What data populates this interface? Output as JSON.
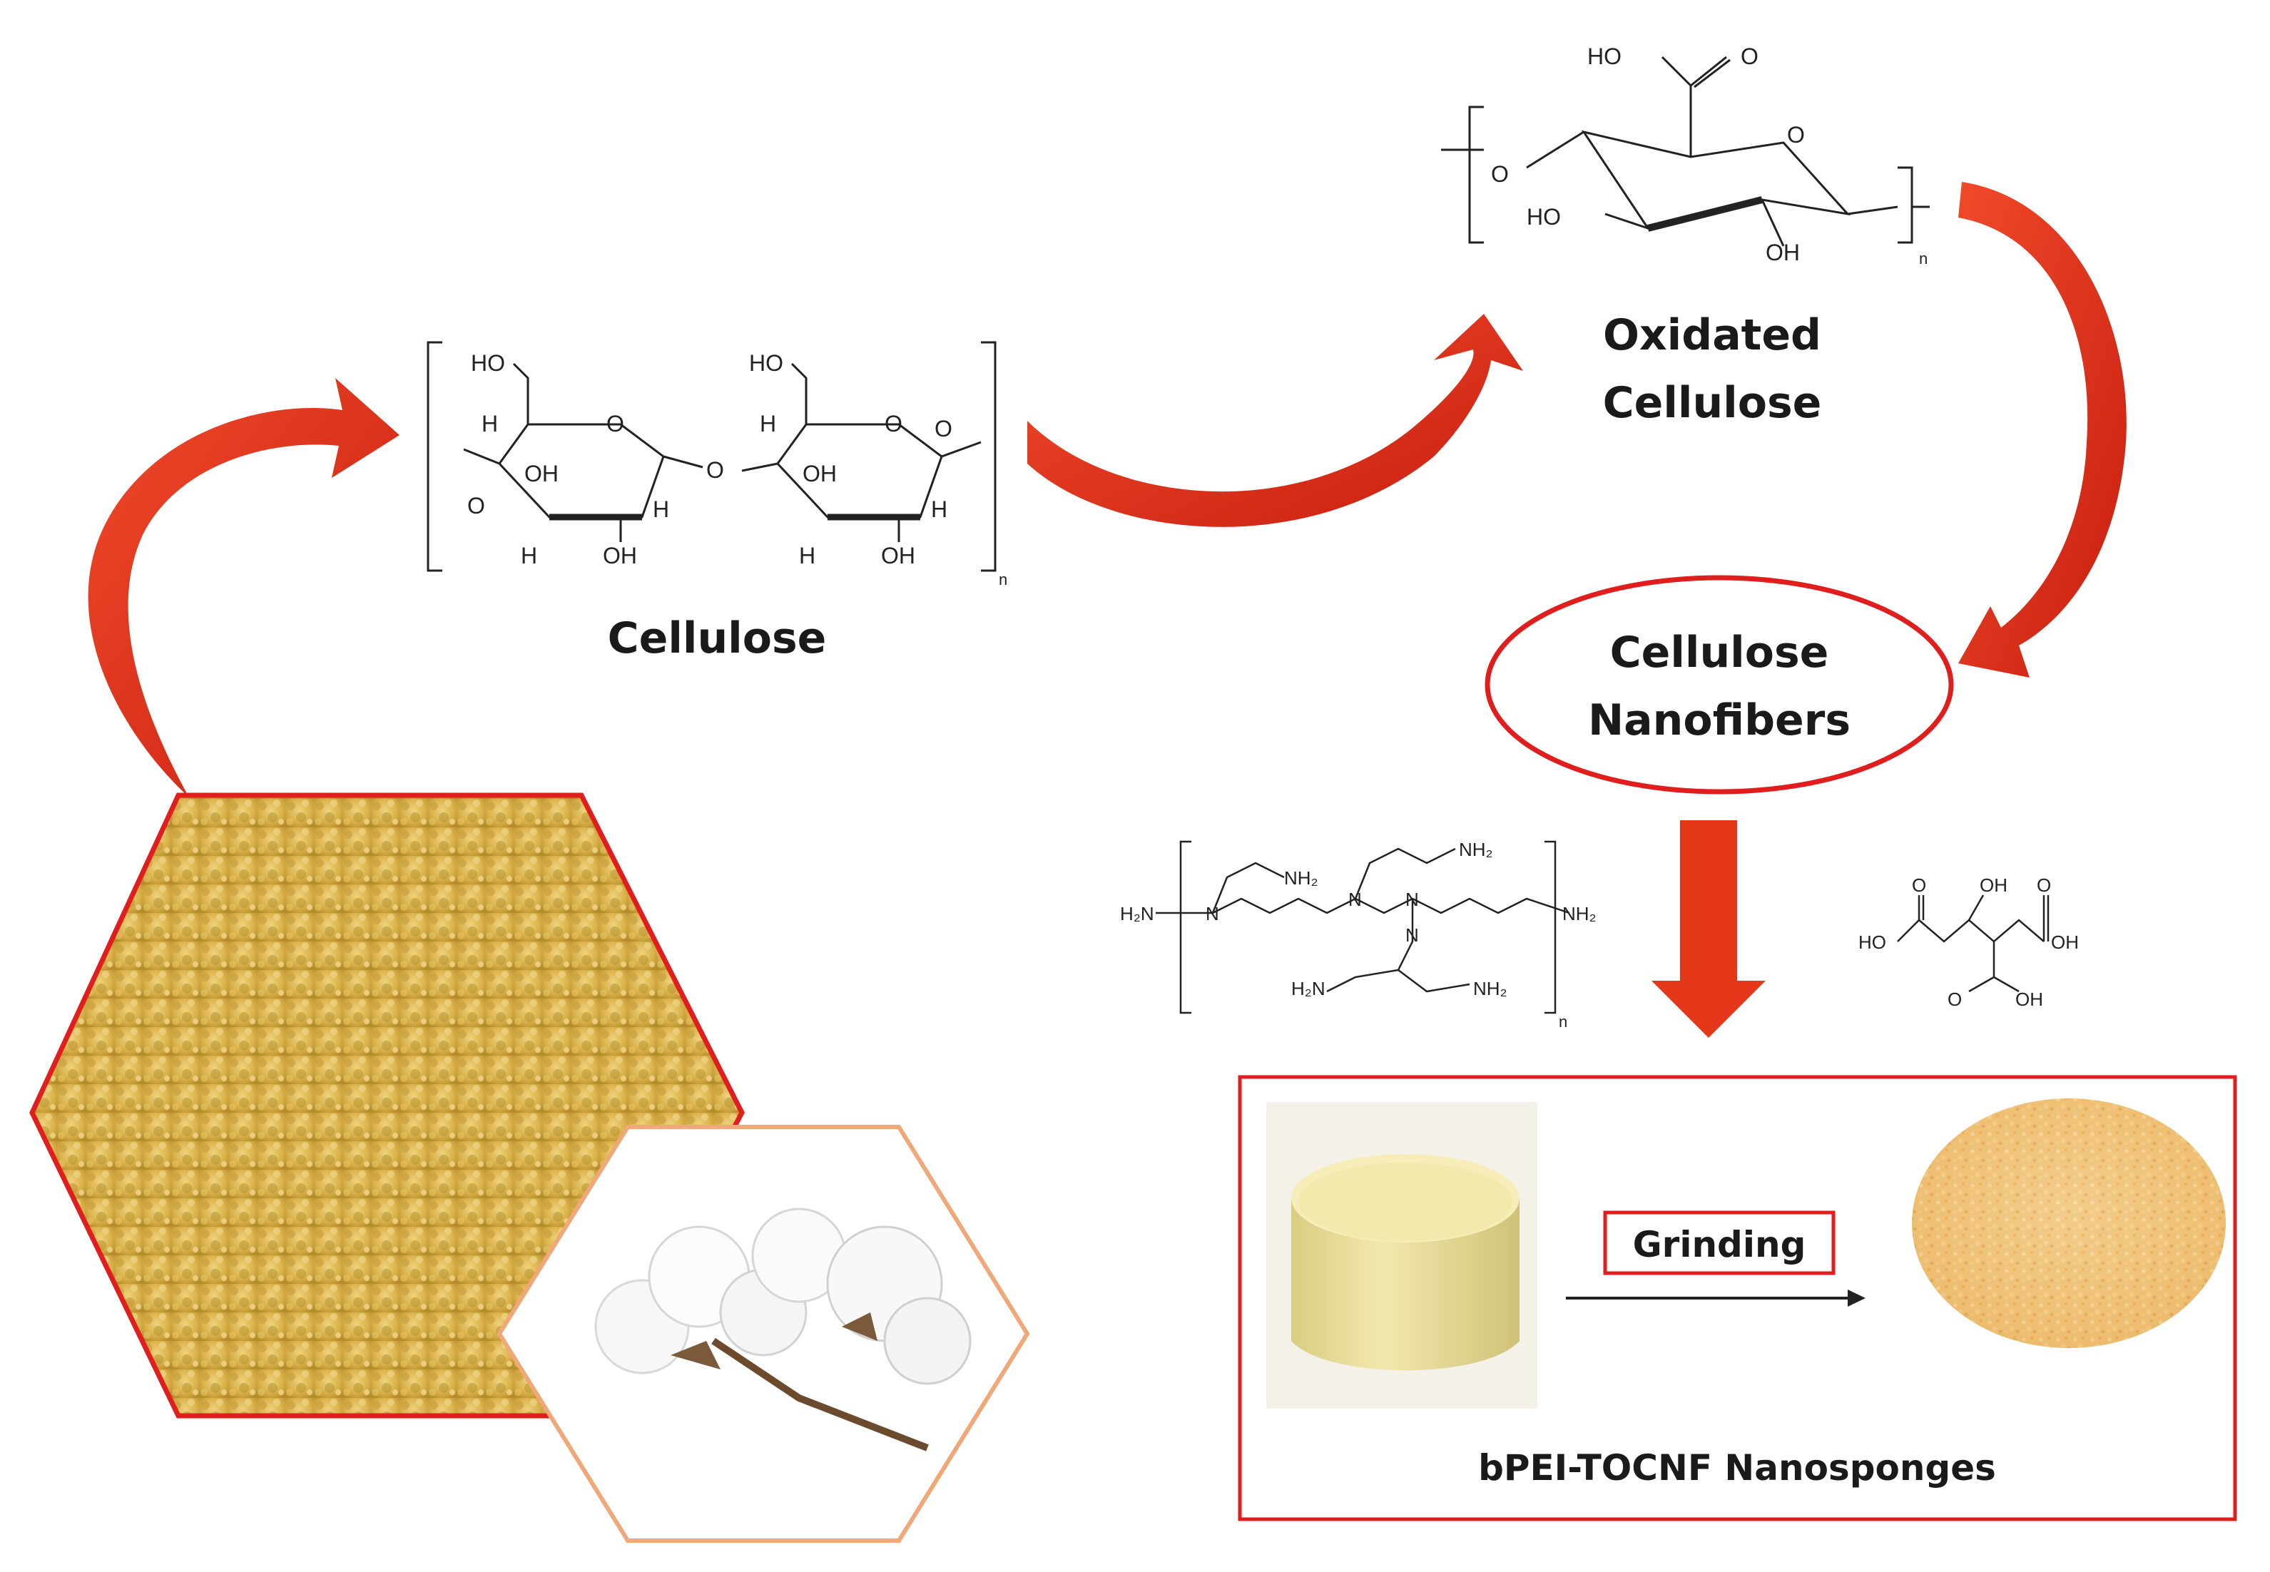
{
  "labels": {
    "cellulose": "Cellulose",
    "oxidated_line1": "Oxidated",
    "oxidated_line2": "Cellulose",
    "nanofibers_line1": "Cellulose",
    "nanofibers_line2": "Nanofibers",
    "grinding": "Grinding",
    "product": "bPEI-TOCNF Nanosponges"
  },
  "structure_atoms": {
    "ho": "HO",
    "oh": "OH",
    "o": "O",
    "h": "H",
    "n": "n",
    "nh2": "NH₂",
    "h2n": "H₂N",
    "nh": "N",
    "nh_h": "H"
  },
  "colors": {
    "arrow_red": "#e8321a",
    "arrow_dark": "#b51a0c",
    "frame_red": "#e01e1e",
    "hex_orange": "#f0a878",
    "powder_yellow": "#d9b24a",
    "sponge_cream": "#f1e7a8",
    "grains_orange": "#efc27a"
  }
}
